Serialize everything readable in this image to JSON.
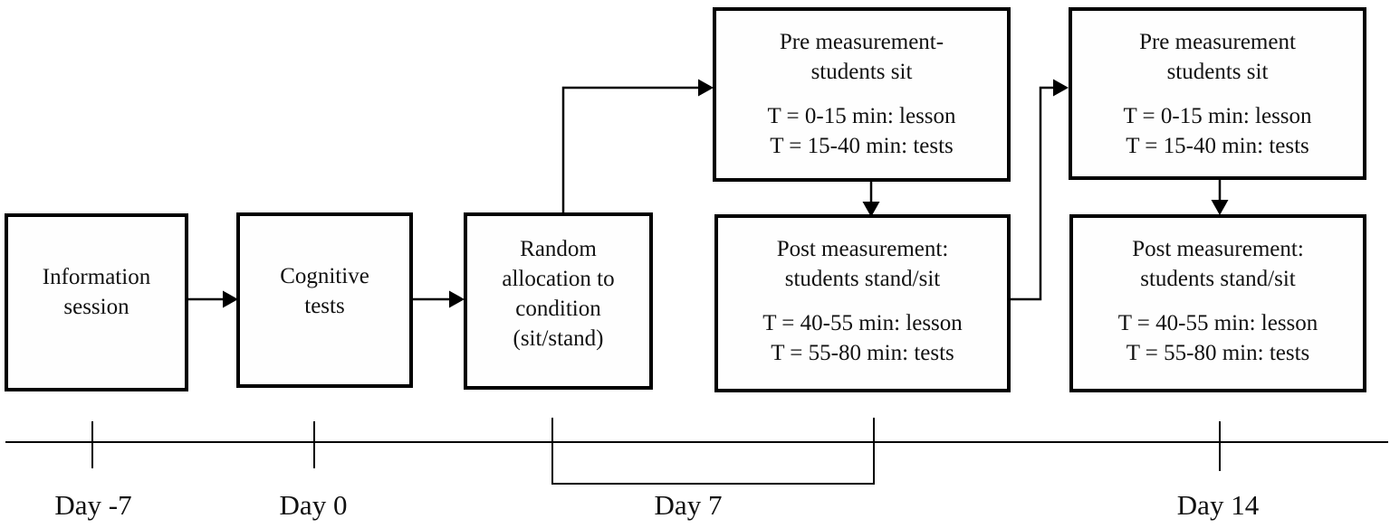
{
  "figure": {
    "boxes": {
      "information_session": {
        "lines": [
          "Information",
          "session"
        ]
      },
      "cognitive_tests": {
        "lines": [
          "Cognitive",
          "tests"
        ]
      },
      "random_allocation": {
        "lines": [
          "Random",
          "allocation to",
          "condition",
          "(sit/stand)"
        ]
      },
      "pre_measurement_1": {
        "title_lines": [
          "Pre measurement-",
          "students sit"
        ],
        "timing_lines": [
          "T = 0-15 min: lesson",
          "T = 15-40 min: tests"
        ]
      },
      "post_measurement_1": {
        "title_lines": [
          "Post measurement:",
          "students stand/sit"
        ],
        "timing_lines": [
          "T = 40-55 min: lesson",
          "T = 55-80 min: tests"
        ]
      },
      "pre_measurement_2": {
        "title_lines": [
          "Pre measurement",
          "students sit"
        ],
        "timing_lines": [
          "T = 0-15 min: lesson",
          "T = 15-40 min: tests"
        ]
      },
      "post_measurement_2": {
        "title_lines": [
          "Post measurement:",
          "students stand/sit"
        ],
        "timing_lines": [
          "T = 40-55 min: lesson",
          "T = 55-80 min: tests"
        ]
      }
    },
    "timeline": {
      "day_minus7": "Day -7",
      "day_0": "Day 0",
      "day_7": "Day 7",
      "day_14": "Day 14"
    },
    "colors": {
      "stroke": "#000000",
      "box_fill": "#fefefe",
      "background": "#ffffff"
    }
  }
}
